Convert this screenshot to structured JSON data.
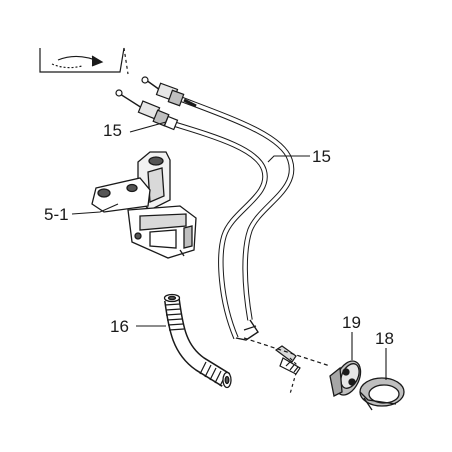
{
  "diagram": {
    "callouts": {
      "cable_left": "15",
      "cable_right": "15",
      "bracket": "5-1",
      "hose": "16",
      "grommet": "19",
      "cover": "18"
    }
  },
  "colors": {
    "line": "#1a1a1a",
    "part_fill": "#ffffff",
    "shade": "#bfbfbf",
    "dark": "#555555"
  }
}
